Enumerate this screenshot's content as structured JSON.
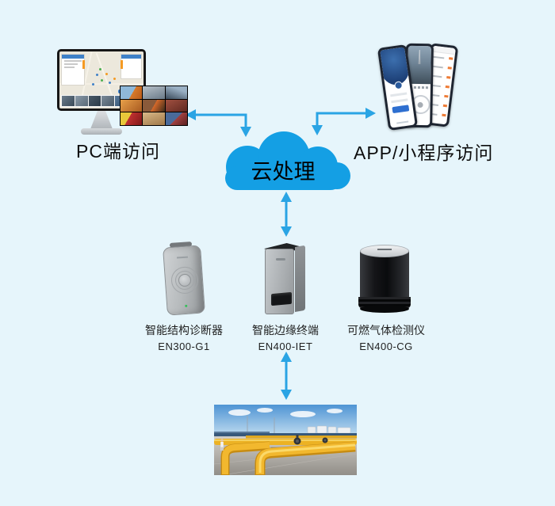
{
  "page": {
    "background_color": "#e6f5fb"
  },
  "cloud": {
    "label": "云处理",
    "fill_color": "#149fe4",
    "text_color": "#000000"
  },
  "arrows": {
    "color": "#2aa4e4"
  },
  "pc_section": {
    "label": "PC端访问"
  },
  "app_section": {
    "label": "APP/小程序访问"
  },
  "devices": [
    {
      "name": "智能结构诊断器",
      "model": "EN300-G1"
    },
    {
      "name": "智能边缘终端",
      "model": "EN400-IET"
    },
    {
      "name": "可燃气体检测仪",
      "model": "EN400-CG"
    }
  ],
  "accent_colors": {
    "pipe_yellow": "#f0b42a",
    "panel_blue": "#3f81c8",
    "tab_orange": "#f59a23",
    "led_green": "#35c05a"
  }
}
